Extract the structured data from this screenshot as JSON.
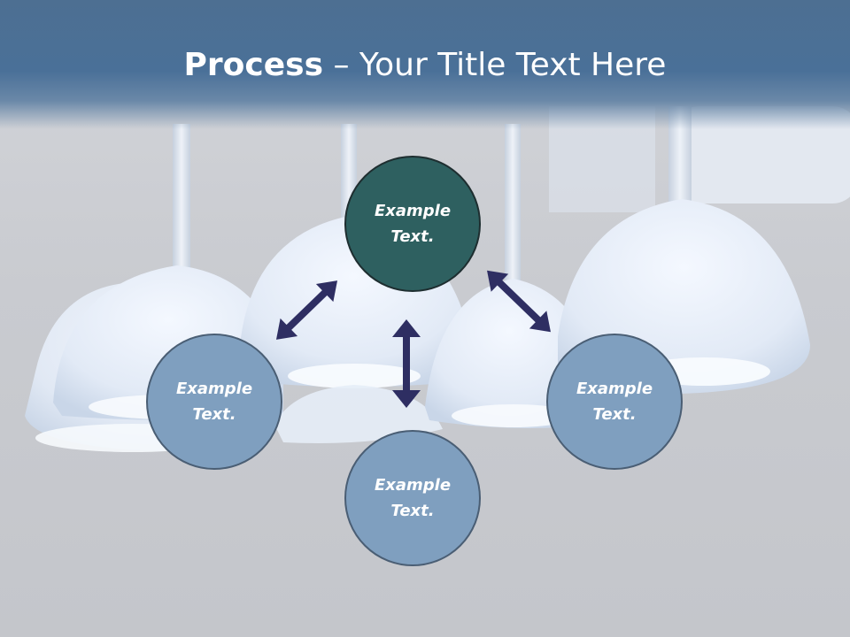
{
  "slide": {
    "title_bold": "Process",
    "title_rest": " – Your Title Text Here"
  },
  "nodes": {
    "center": "Example\nText.",
    "left": "Example\nText.",
    "bottom": "Example\nText.",
    "right": "Example\nText."
  },
  "colors": {
    "title_bar": "#4a7098",
    "center_node": "#2e6060",
    "outer_node": "#7f9fbf",
    "arrow": "#2e2e62"
  }
}
